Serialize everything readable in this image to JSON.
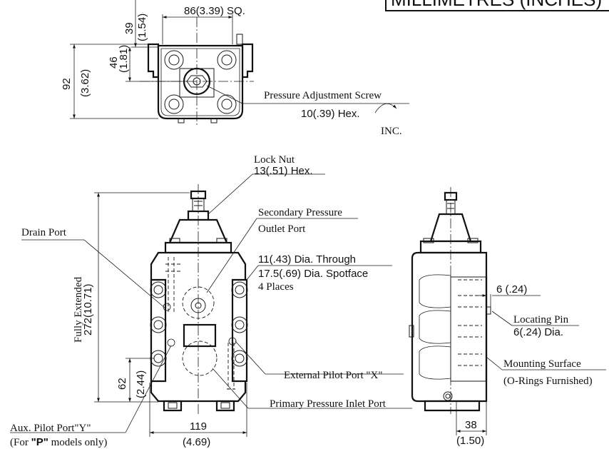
{
  "units_box": "MILLIMETRES (INCHES)",
  "top_view": {
    "dim_width": "86(3.39) SQ.",
    "dim_39": "39",
    "dim_39_in": "(1.54)",
    "dim_46": "46",
    "dim_46_in": "(1.81)",
    "dim_92": "92",
    "dim_92_in": "(3.62)",
    "adj_screw": "Pressure Adjustment Screw",
    "adj_hex": "10(.39) Hex.",
    "inc": "INC."
  },
  "front_view": {
    "lock_nut": "Lock Nut",
    "lock_nut_hex": "13(.51) Hex.",
    "secondary_1": "Secondary Pressure",
    "secondary_2": "Outlet Port",
    "drain_port": "Drain Port",
    "through_1": "11(.43) Dia. Through",
    "through_2": "17.5(.69) Dia. Spotface",
    "through_3": "4 Places",
    "fully_extended": "Fully Extended",
    "dim_272": "272(10.71)",
    "dim_62": "62",
    "dim_62_in": "(2.44)",
    "ext_pilot": "External Pilot Port \"X\"",
    "primary_inlet": "Primary Pressure Inlet Port",
    "dim_119": "119",
    "dim_119_in": "(4.69)",
    "aux_pilot_1": "Aux. Pilot Port\"Y\"",
    "aux_pilot_2a": "(For ",
    "aux_pilot_2b": "\"P\"",
    "aux_pilot_2c": " models only)"
  },
  "side_view": {
    "dim_6": "6 (.24)",
    "locating_pin": "Locating Pin",
    "locating_pin_dia": "6(.24) Dia.",
    "mounting_1": "Mounting Surface",
    "mounting_2": "(O-Rings Furnished)",
    "dim_38": "38",
    "dim_38_in": "(1.50)"
  }
}
